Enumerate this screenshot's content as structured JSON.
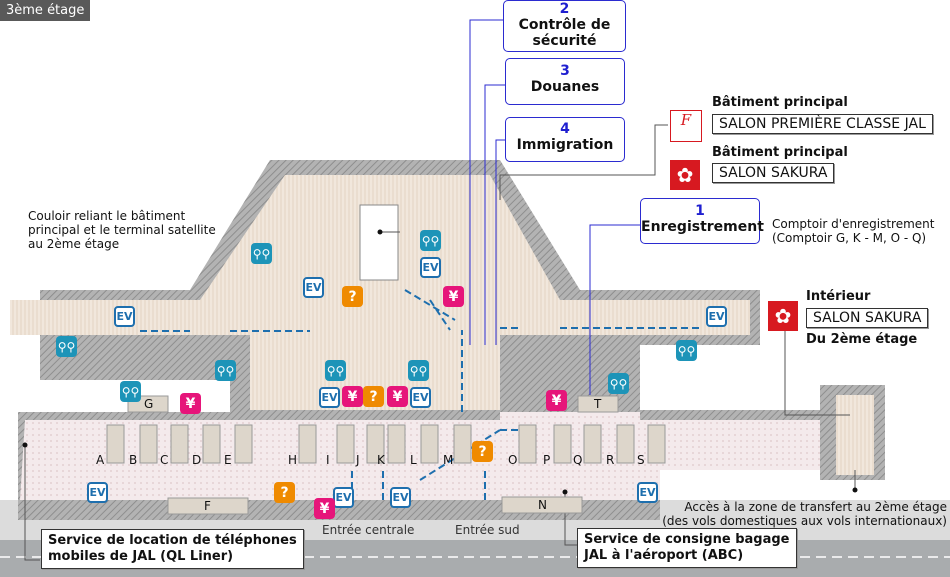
{
  "floor_label": "3ème étage",
  "callouts": {
    "security": {
      "number": "2",
      "label": "Contrôle de sécurité"
    },
    "customs": {
      "number": "3",
      "label": "Douanes"
    },
    "immigration": {
      "number": "4",
      "label": "Immigration"
    },
    "checkin": {
      "number": "1",
      "label": "Enregistrement"
    }
  },
  "checkin_note": {
    "line1": "Comptoir d'enregistrement",
    "line2": "(Comptoir G, K - M, O - Q)"
  },
  "lounges": [
    {
      "location": "Bâtiment principal",
      "name": "SALON PREMIÈRE CLASSE JAL",
      "logo": "FIRST CLASS"
    },
    {
      "location": "Bâtiment principal",
      "name": "SALON SAKURA",
      "logo": "Sakura Lounge"
    },
    {
      "location": "Intérieur",
      "name": "SALON SAKURA",
      "sub": "Du 2ème étage",
      "logo": "Sakura Lounge"
    }
  ],
  "corridor_note": {
    "line1": "Couloir reliant le bâtiment",
    "line2": "principal et le terminal satellite",
    "line3": "au 2ème étage"
  },
  "transfer_note": {
    "line1": "Accès à la zone de transfert au 2ème étage",
    "line2": "(des vols domestiques aux vols internationaux)"
  },
  "entrances": {
    "central": "Entrée centrale",
    "south": "Entrée sud"
  },
  "services": {
    "phone_rental": {
      "line1": "Service de location de téléphones",
      "line2": "mobiles de JAL (QL Liner)"
    },
    "baggage": {
      "line1": "Service de consigne bagage",
      "line2": "JAL à l'aéroport (ABC)"
    }
  },
  "counters": [
    "A",
    "B",
    "C",
    "D",
    "E",
    "F",
    "G",
    "H",
    "I",
    "J",
    "K",
    "L",
    "M",
    "N",
    "O",
    "P",
    "Q",
    "R",
    "S",
    "T"
  ],
  "icons": {
    "ev": "EV",
    "yen": "¥",
    "info": "?",
    "restroom": "🚻"
  },
  "colors": {
    "building": "#a9a9a9",
    "floor": "#f3e9ea",
    "corridor": "#efe6dc",
    "route": "#1e6fae",
    "callout_border": "#2b2bd0",
    "yen": "#e6157a",
    "info": "#ef8a00",
    "restroom": "#1d94b8",
    "lounge": "#d71920"
  }
}
